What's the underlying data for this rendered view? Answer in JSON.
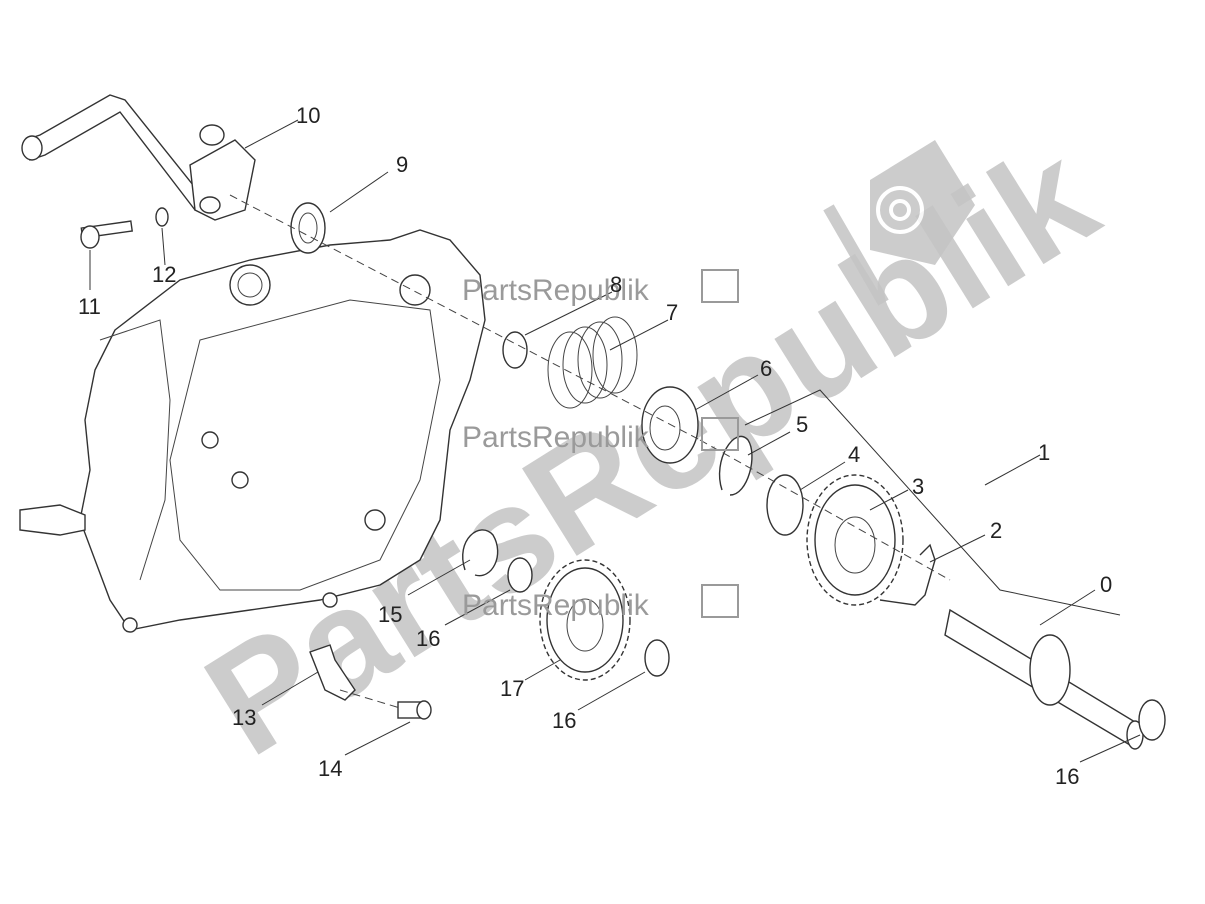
{
  "diagram": {
    "callouts": [
      "10",
      "9",
      "11",
      "12",
      "8",
      "7",
      "6",
      "5",
      "4",
      "3",
      "1",
      "2",
      "0",
      "15",
      "16",
      "16",
      "17",
      "16",
      "16",
      "13",
      "14"
    ]
  },
  "watermark": {
    "brand": "PartsRepublik",
    "icon": "gear-flag-icon",
    "color": "#c4c4c4"
  }
}
